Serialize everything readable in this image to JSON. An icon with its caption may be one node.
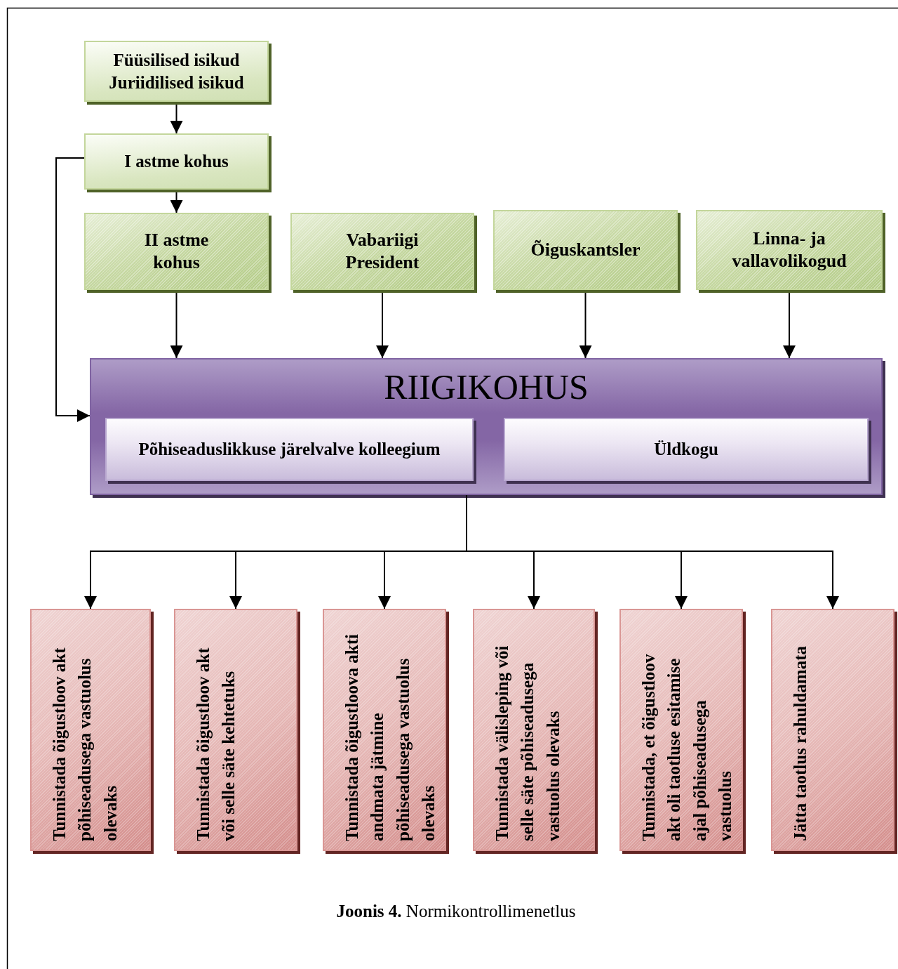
{
  "diagram": {
    "caption": "**Joonis 4.** Normikontrollimenetlus",
    "nodes": [
      {
        "text": [
          "Füüsilised isikud",
          "Juriidilised isikud"
        ]
      },
      {
        "text": [
          "I astme kohus"
        ]
      },
      {
        "text": [
          "II astme kohus"
        ]
      },
      {
        "text": [
          "Vabariigi President"
        ]
      },
      {
        "text": [
          "Õiguskantsler"
        ]
      },
      {
        "text": [
          "Linna- ja vallavolikogud"
        ]
      },
      {
        "text": [
          "RIIGIKOHUS"
        ]
      },
      {
        "text": [
          "Põhiseaduslikkuse järelvalve kolleegium"
        ],
        "in": 6
      },
      {
        "text": [
          "Üldkogu"
        ],
        "in": 6
      },
      {
        "text": [
          "Tunnistada õigustloov akt põhiseadusega vastuolus olevaks"
        ]
      },
      {
        "text": [
          "Tunnistada õigustloov akt või selle säte kehtetuks"
        ]
      },
      {
        "text": [
          "Tunnistada õigustloova akti andmata jätmine põhiseadusega vastuolus olevaks"
        ]
      },
      {
        "text": [
          "Tunnistada välisleping või selle säte põhiseadusega vastuolus olevaks"
        ]
      },
      {
        "text": [
          "Tunnistada, et õigustloov akt oli taotluse esitamise ajal põhiseadusega vastuolus"
        ]
      },
      {
        "text": [
          "Jätta taotlus rahuldamata"
        ]
      }
    ],
    "edges": [
      {
        "from": 0,
        "to": 1,
        "arrow": "to"
      },
      {
        "from": 1,
        "to": 2,
        "arrow": "to"
      },
      {
        "from": 1,
        "to": 6,
        "arrow": "to"
      },
      {
        "from": 2,
        "to": 6,
        "arrow": "to"
      },
      {
        "from": 3,
        "to": 6,
        "arrow": "to"
      },
      {
        "from": 4,
        "to": 6,
        "arrow": "to"
      },
      {
        "from": 5,
        "to": 6,
        "arrow": "to"
      },
      {
        "from": 6,
        "to": 9,
        "arrow": "to"
      },
      {
        "from": 6,
        "to": 10,
        "arrow": "to"
      },
      {
        "from": 6,
        "to": 11,
        "arrow": "to"
      },
      {
        "from": 6,
        "to": 12,
        "arrow": "to"
      },
      {
        "from": 6,
        "to": 13,
        "arrow": "to"
      },
      {
        "from": 6,
        "to": 14,
        "arrow": "to"
      }
    ]
  }
}
